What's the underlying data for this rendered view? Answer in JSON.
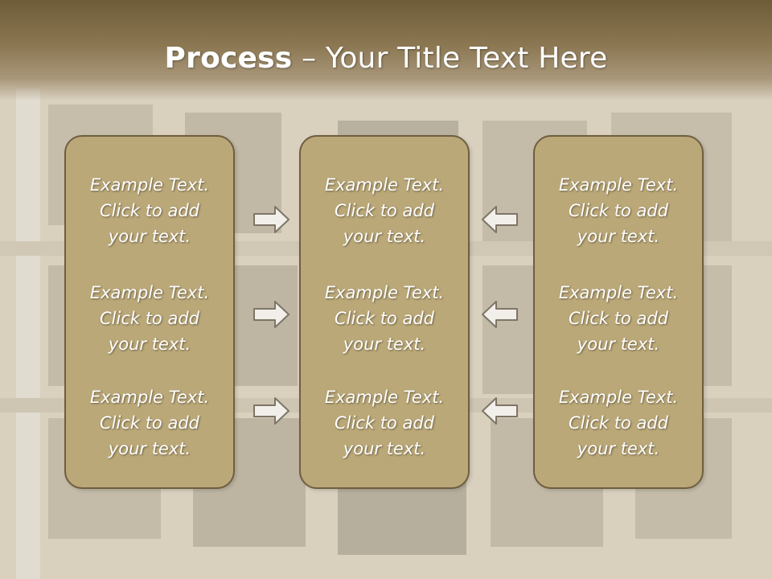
{
  "slide": {
    "title_bold": "Process",
    "title_rest": " – Your Title Text Here"
  },
  "panels": {
    "left": [
      {
        "line1": "Example Text.",
        "line2": "Click  to add",
        "line3": "your text."
      },
      {
        "line1": "Example Text.",
        "line2": "Click  to add",
        "line3": "your text."
      },
      {
        "line1": "Example Text.",
        "line2": "Click  to add",
        "line3": "your text."
      }
    ],
    "center": [
      {
        "line1": "Example Text.",
        "line2": "Click  to add",
        "line3": "your text."
      },
      {
        "line1": "Example Text.",
        "line2": "Click  to add",
        "line3": "your text."
      },
      {
        "line1": "Example Text.",
        "line2": "Click  to add",
        "line3": "your text."
      }
    ],
    "right": [
      {
        "line1": "Example Text.",
        "line2": "Click  to add",
        "line3": "your text."
      },
      {
        "line1": "Example Text.",
        "line2": "Click  to add",
        "line3": "your text."
      },
      {
        "line1": "Example Text.",
        "line2": "Click  to add",
        "line3": "your text."
      }
    ]
  },
  "arrows": {
    "left_to_center": "arrow-right-icon",
    "right_to_center": "arrow-left-icon"
  },
  "colors": {
    "panel_fill": "#bba878",
    "panel_border": "#6f5e40",
    "title_bar": "#7a6844",
    "text": "#ffffff"
  }
}
